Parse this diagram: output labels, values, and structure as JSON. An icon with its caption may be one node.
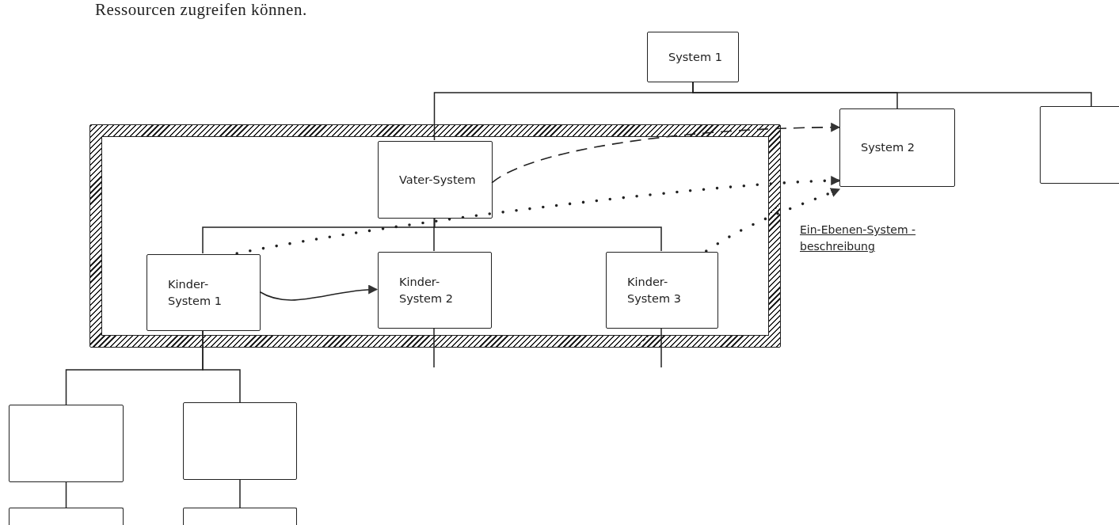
{
  "diagram": {
    "nodes": [
      {
        "text": [
          "System 1"
        ]
      },
      {
        "text": [],
        "shape": "box"
      },
      {
        "text": [
          "Vater-System"
        ],
        "in": 1
      },
      {
        "text": [
          "Kinder-System 1"
        ],
        "in": 1
      },
      {
        "text": [
          "Kinder-System 2"
        ],
        "in": 1
      },
      {
        "text": [
          "Kinder-System 3"
        ],
        "in": 1
      },
      {
        "text": [
          "System 2"
        ]
      },
      {
        "text": [],
        "shape": "box"
      },
      {
        "text": [],
        "shape": "box"
      },
      {
        "text": [],
        "shape": "box"
      },
      {
        "text": [],
        "shape": "box"
      },
      {
        "text": [],
        "shape": "box"
      }
    ],
    "edges": [
      {
        "from": 0,
        "to": 2,
        "arrow": "none"
      },
      {
        "from": 0,
        "to": 6,
        "arrow": "none"
      },
      {
        "from": 0,
        "to": 7,
        "arrow": "none"
      },
      {
        "from": 2,
        "to": 3,
        "arrow": "none"
      },
      {
        "from": 2,
        "to": 4,
        "arrow": "none"
      },
      {
        "from": 2,
        "to": 5,
        "arrow": "none"
      },
      {
        "from": 3,
        "to": 8,
        "arrow": "none"
      },
      {
        "from": 3,
        "to": 9,
        "arrow": "none"
      },
      {
        "from": 8,
        "to": 10,
        "arrow": "none"
      },
      {
        "from": 9,
        "to": 11,
        "arrow": "none"
      },
      {
        "from": 4,
        "to": null,
        "arrow": "none"
      },
      {
        "from": 5,
        "to": null,
        "arrow": "none"
      },
      {
        "from": 3,
        "to": 4,
        "arrow": "to"
      },
      {
        "from": 2,
        "to": 6,
        "arrow": "to",
        "style": "dashed"
      },
      {
        "from": 3,
        "to": 6,
        "arrow": "to",
        "style": "dashed"
      },
      {
        "from": 5,
        "to": 6,
        "arrow": "to",
        "style": "dashed"
      }
    ],
    "labels": [
      "Ressourcen zugreifen können.",
      "Ein-Ebenen-System - beschreibung"
    ]
  }
}
